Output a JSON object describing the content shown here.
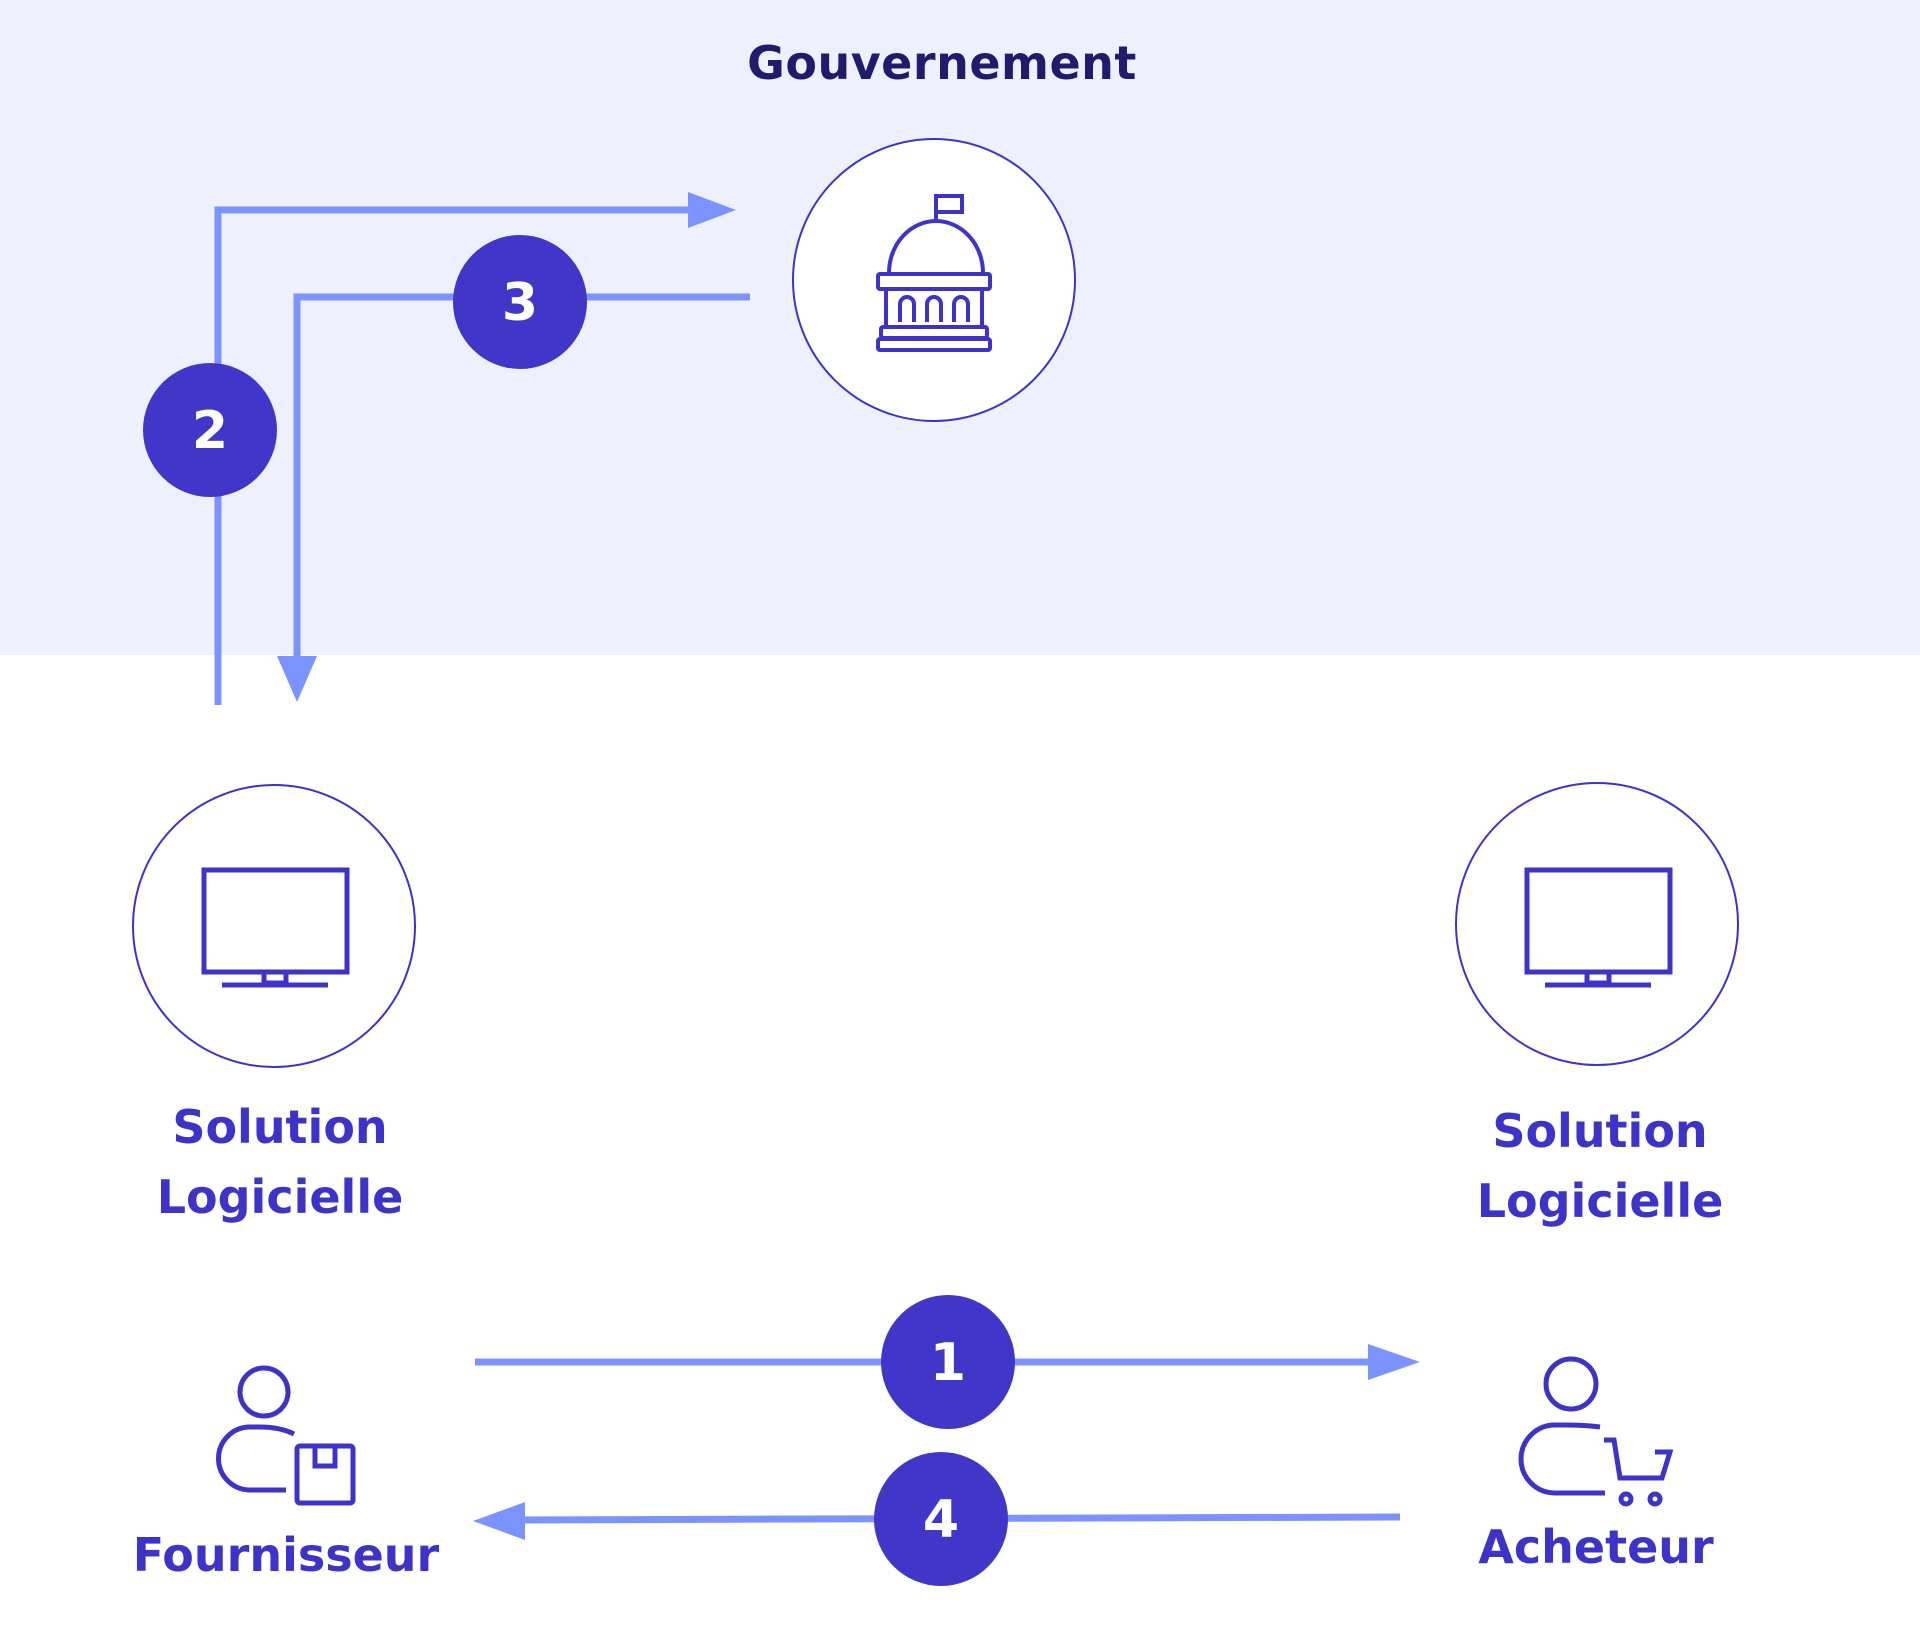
{
  "diagram": {
    "title": "Gouvernement",
    "nodes": [
      {
        "id": "government",
        "icon": "government-building-icon"
      },
      {
        "id": "supplier-software",
        "label_line1": "Solution",
        "label_line2": "Logicielle",
        "icon": "monitor-icon"
      },
      {
        "id": "buyer-software",
        "label_line1": "Solution",
        "label_line2": "Logicielle",
        "icon": "monitor-icon"
      },
      {
        "id": "supplier",
        "label": "Fournisseur",
        "icon": "person-with-box-icon"
      },
      {
        "id": "buyer",
        "label": "Acheteur",
        "icon": "person-with-cart-icon"
      }
    ],
    "steps": [
      {
        "number": "1",
        "from": "Fournisseur",
        "to": "Acheteur"
      },
      {
        "number": "2",
        "from": "Solution Logicielle (Fournisseur)",
        "to": "Gouvernement"
      },
      {
        "number": "3",
        "from": "Gouvernement",
        "to": "Solution Logicielle (Fournisseur)"
      },
      {
        "number": "4",
        "from": "Acheteur",
        "to": "Fournisseur"
      }
    ],
    "colors": {
      "band_background": "#eef1fd",
      "title": "#1f1c6e",
      "accent": "#3d33c9",
      "badge": "#4036c9",
      "arrow": "#7b93ff"
    }
  }
}
